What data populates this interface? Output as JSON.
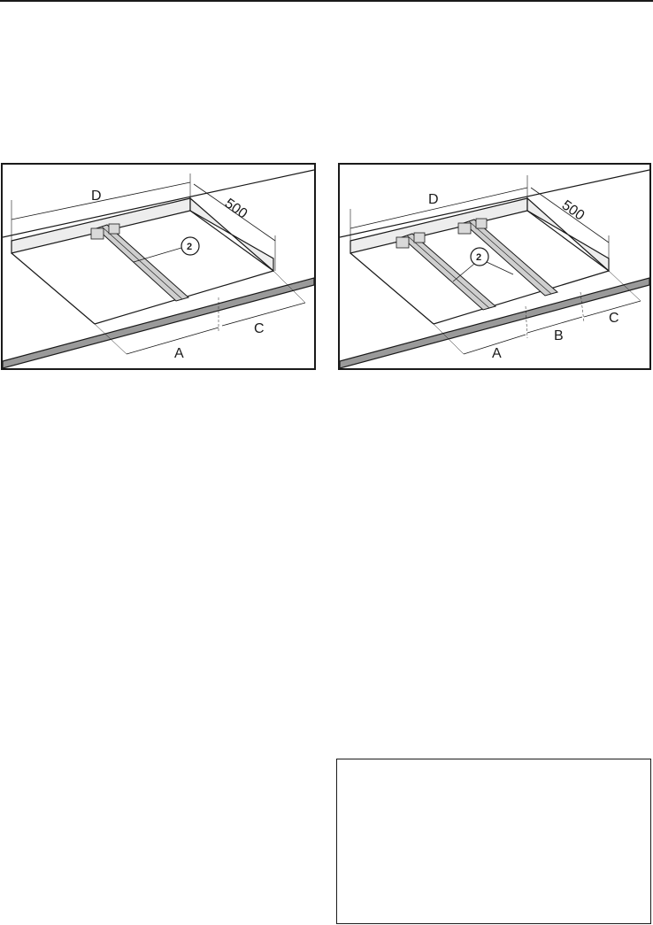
{
  "figure_left": {
    "dim_d": "D",
    "dim_depth": "500",
    "dim_a": "A",
    "dim_c": "C",
    "callout": "2"
  },
  "figure_right": {
    "dim_d": "D",
    "dim_depth": "500",
    "dim_a": "A",
    "dim_b": "B",
    "dim_c": "C",
    "callout": "2"
  },
  "colors": {
    "line": "#1a1a1a",
    "counter_edge": "#9a9a9a",
    "cutout_wall": "#ededed",
    "rail": "#cfcfcf"
  }
}
